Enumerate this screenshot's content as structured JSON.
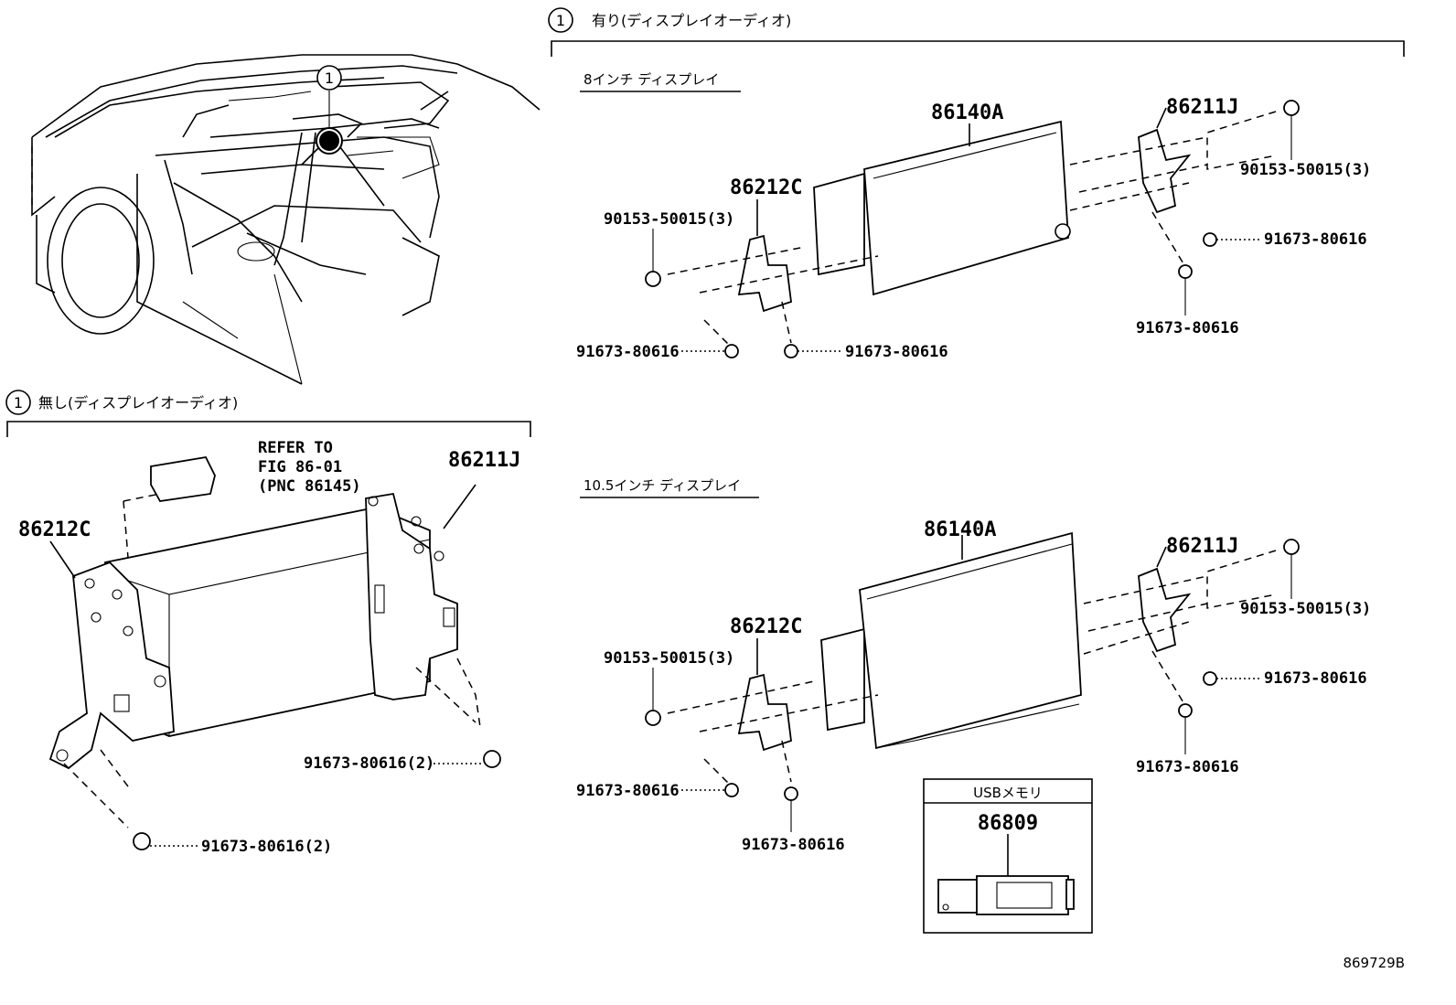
{
  "callout_number": "1",
  "sections": {
    "with_display_audio": "有り(ディスプレイオーディオ)",
    "without_display_audio": "無し(ディスプレイオーディオ)",
    "display_8inch": "8インチ ディスプレイ",
    "display_10_5inch": "10.5インチ ディスプレイ",
    "usb_box_title": "USBメモリ"
  },
  "part_labels": {
    "display_8": "86140A",
    "display_10": "86140A",
    "bracket_right_8": "86211J",
    "bracket_left_8": "86212C",
    "screw_right_8": "90153-50015(3)",
    "screw_left_8": "90153-50015(3)",
    "bolt_right_upper_8": "91673-80616",
    "bolt_right_lower_8": "91673-80616",
    "bolt_left_a_8": "91673-80616",
    "bolt_left_b_8": "91673-80616",
    "bracket_right_10": "86211J",
    "bracket_left_10": "86212C",
    "screw_right_10": "90153-50015(3)",
    "screw_left_10": "90153-50015(3)",
    "bolt_right_upper_10": "91673-80616",
    "bolt_right_lower_10": "91673-80616",
    "bolt_left_a_10": "91673-80616",
    "bolt_left_b_10": "91673-80616",
    "usb": "86809",
    "lower_bracket_left": "86212C",
    "lower_bracket_right": "86211J",
    "lower_bolt_right": "91673-80616(2)",
    "lower_bolt_left": "91673-80616(2)"
  },
  "refer_note": [
    "REFER TO",
    "FIG 86-01",
    "(PNC 86145)"
  ],
  "figure_id": "869729B"
}
